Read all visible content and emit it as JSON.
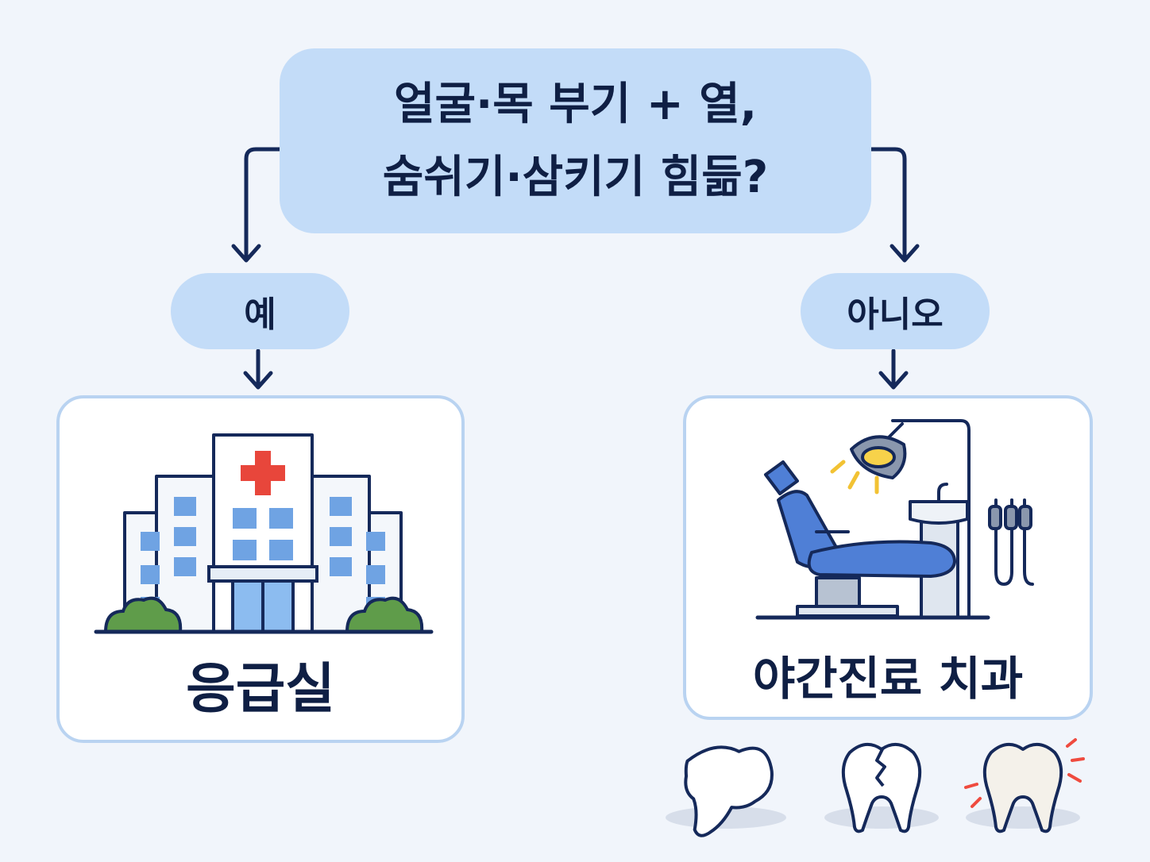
{
  "question": {
    "line1": "얼굴·목 부기 + 열,",
    "line2": "숨쉬기·삼키기 힘듦?"
  },
  "branches": {
    "yes": {
      "label": "예",
      "result": "응급실"
    },
    "no": {
      "label": "아니오",
      "result": "야간진료 치과"
    }
  },
  "icons": {
    "left_result": "hospital-building-icon",
    "right_result": "dental-chair-icon",
    "bottom": [
      "tooth-icon",
      "cracked-tooth-icon",
      "painful-tooth-icon"
    ]
  },
  "colors": {
    "question_fill": "#c3dcf8",
    "arrow": "#15295a",
    "card_border": "#b9d3f1",
    "cross": "#e8463b"
  }
}
